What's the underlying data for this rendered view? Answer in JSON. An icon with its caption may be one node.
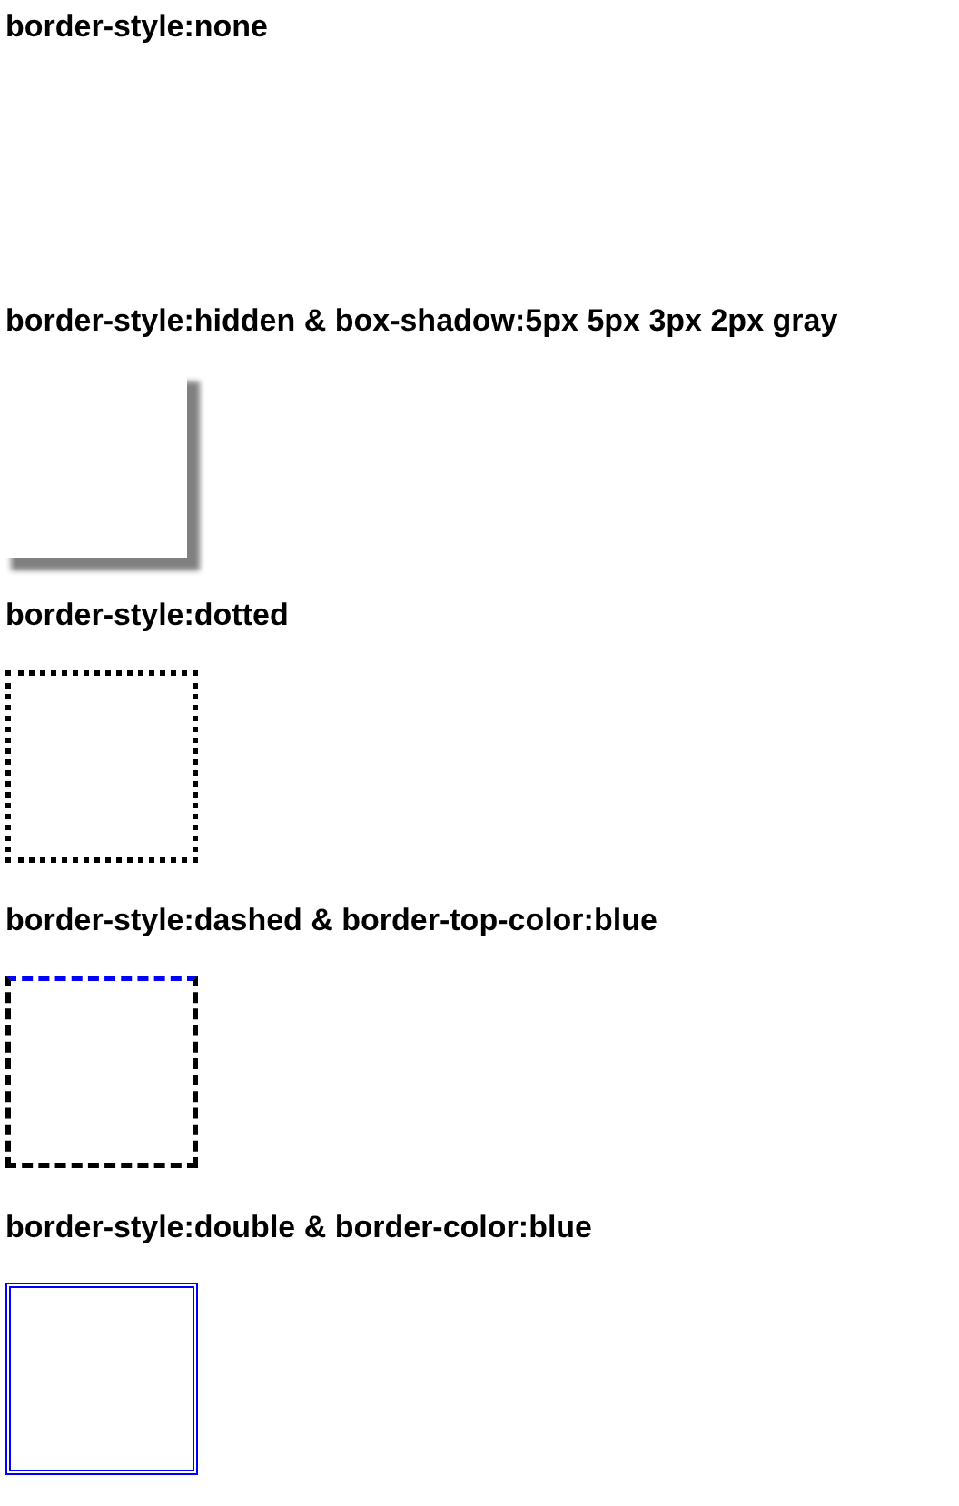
{
  "diagram": {
    "nodes": [
      {
        "text": [
          "border-style:none"
        ]
      },
      {
        "text": [
          "border-style:hidden & box-shadow:5px 5px 3px 2px gray"
        ]
      },
      {
        "text": [
          "border-style:dotted"
        ]
      },
      {
        "text": [
          "border-style:dashed & border-top-color:blue"
        ]
      },
      {
        "text": [
          "border-style:double & border-color:blue"
        ]
      }
    ]
  }
}
